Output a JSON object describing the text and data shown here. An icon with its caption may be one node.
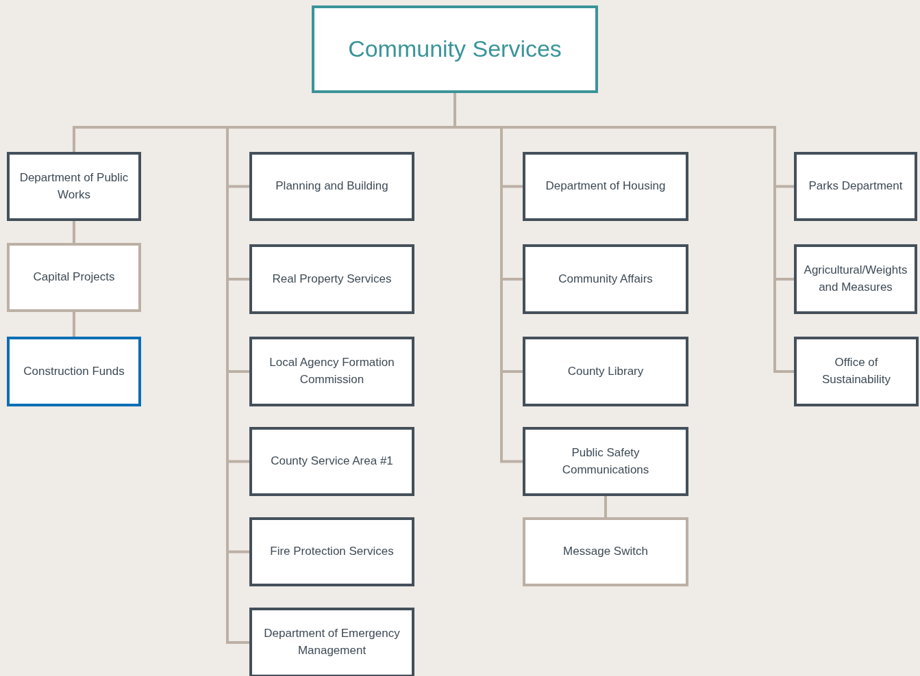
{
  "diagram": {
    "nodes": [
      {
        "text": [
          "Community Services"
        ]
      },
      {
        "text": [
          "Department of Public Works"
        ]
      },
      {
        "text": [
          "Capital Projects"
        ]
      },
      {
        "text": [
          "Construction Funds"
        ]
      },
      {
        "text": [
          "Planning and Building"
        ]
      },
      {
        "text": [
          "Real Property Services"
        ]
      },
      {
        "text": [
          "Local Agency Formation Commission"
        ]
      },
      {
        "text": [
          "County Service Area #1"
        ]
      },
      {
        "text": [
          "Fire Protection Services"
        ]
      },
      {
        "text": [
          "Department of Emergency Management"
        ]
      },
      {
        "text": [
          "Department of Housing"
        ]
      },
      {
        "text": [
          "Community Affairs"
        ]
      },
      {
        "text": [
          "County Library"
        ]
      },
      {
        "text": [
          "Public Safety Communications"
        ]
      },
      {
        "text": [
          "Message Switch"
        ]
      },
      {
        "text": [
          "Parks Department"
        ]
      },
      {
        "text": [
          "Agricultural/Weights and Measures"
        ]
      },
      {
        "text": [
          "Office of Sustainability"
        ]
      }
    ],
    "edges": [
      {
        "from": 0,
        "to": 1,
        "arrow": "none"
      },
      {
        "from": 1,
        "to": 2,
        "arrow": "none"
      },
      {
        "from": 2,
        "to": 3,
        "arrow": "none"
      },
      {
        "from": 0,
        "to": 4,
        "arrow": "none"
      },
      {
        "from": 0,
        "to": 5,
        "arrow": "none"
      },
      {
        "from": 0,
        "to": 6,
        "arrow": "none"
      },
      {
        "from": 0,
        "to": 7,
        "arrow": "none"
      },
      {
        "from": 0,
        "to": 8,
        "arrow": "none"
      },
      {
        "from": 0,
        "to": 9,
        "arrow": "none"
      },
      {
        "from": 0,
        "to": 10,
        "arrow": "none"
      },
      {
        "from": 0,
        "to": 11,
        "arrow": "none"
      },
      {
        "from": 0,
        "to": 12,
        "arrow": "none"
      },
      {
        "from": 0,
        "to": 13,
        "arrow": "none"
      },
      {
        "from": 13,
        "to": 14,
        "arrow": "none"
      },
      {
        "from": 0,
        "to": 15,
        "arrow": "none"
      },
      {
        "from": 0,
        "to": 16,
        "arrow": "none"
      },
      {
        "from": 0,
        "to": 17,
        "arrow": "none"
      }
    ]
  }
}
